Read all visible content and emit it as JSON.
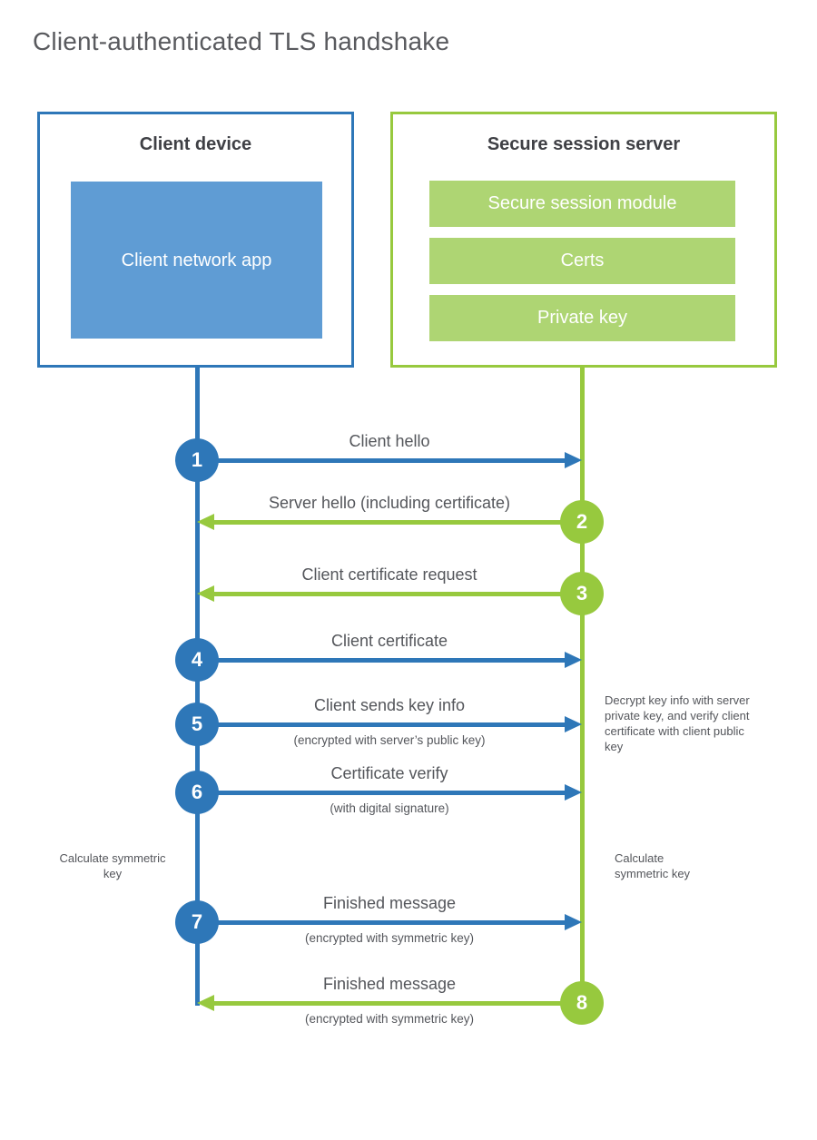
{
  "title": "Client-authenticated TLS handshake",
  "colors": {
    "blue": "#2e77b8",
    "blue_light": "#5f9cd4",
    "green": "#97c93e",
    "green_light": "#aed573",
    "label_text": "#54565b",
    "heading_text": "#3f4045"
  },
  "client": {
    "title": "Client device",
    "app_label": "Client network app"
  },
  "server": {
    "title": "Secure session server",
    "modules": [
      "Secure session module",
      "Certs",
      "Private key"
    ]
  },
  "messages": [
    {
      "num": "1",
      "direction": "right",
      "from": "client",
      "label": "Client hello",
      "sublabel": ""
    },
    {
      "num": "2",
      "direction": "left",
      "from": "server",
      "label": "Server hello (including certificate)",
      "sublabel": ""
    },
    {
      "num": "3",
      "direction": "left",
      "from": "server",
      "label": "Client certificate request",
      "sublabel": ""
    },
    {
      "num": "4",
      "direction": "right",
      "from": "client",
      "label": "Client certificate",
      "sublabel": ""
    },
    {
      "num": "5",
      "direction": "right",
      "from": "client",
      "label": "Client sends key info",
      "sublabel": "(encrypted with server’s public key)"
    },
    {
      "num": "6",
      "direction": "right",
      "from": "client",
      "label": "Certificate verify",
      "sublabel": "(with digital signature)"
    },
    {
      "num": "7",
      "direction": "right",
      "from": "client",
      "label": "Finished message",
      "sublabel": "(encrypted with symmetric key)"
    },
    {
      "num": "8",
      "direction": "left",
      "from": "server",
      "label": "Finished message",
      "sublabel": "(encrypted with symmetric key)"
    }
  ],
  "notes": {
    "decrypt": "Decrypt key info with server private key, and verify client certificate with client public key",
    "calc_left": "Calculate symmetric key",
    "calc_right": "Calculate symmetric key"
  }
}
